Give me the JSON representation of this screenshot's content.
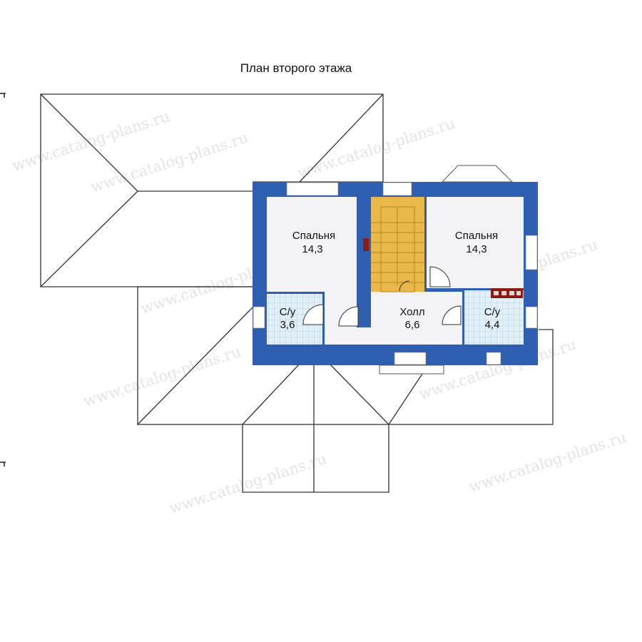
{
  "title": "План второго этажа",
  "rooms": [
    {
      "name": "Спальня",
      "area": "14,3"
    },
    {
      "name": "Спальня",
      "area": "14,3"
    },
    {
      "name": "С/у",
      "area": "3,6"
    },
    {
      "name": "Холл",
      "area": "6,6"
    },
    {
      "name": "С/у",
      "area": "4,4"
    }
  ],
  "watermark": "www.catalog-plans.ru",
  "colors": {
    "wall": "#2f5fb0",
    "room_floor": "#f3f3f5",
    "bath_tile": "#dfeef8",
    "stair": "#e8b84a",
    "roof_line": "#333333",
    "chimney": "#8a1c14"
  }
}
